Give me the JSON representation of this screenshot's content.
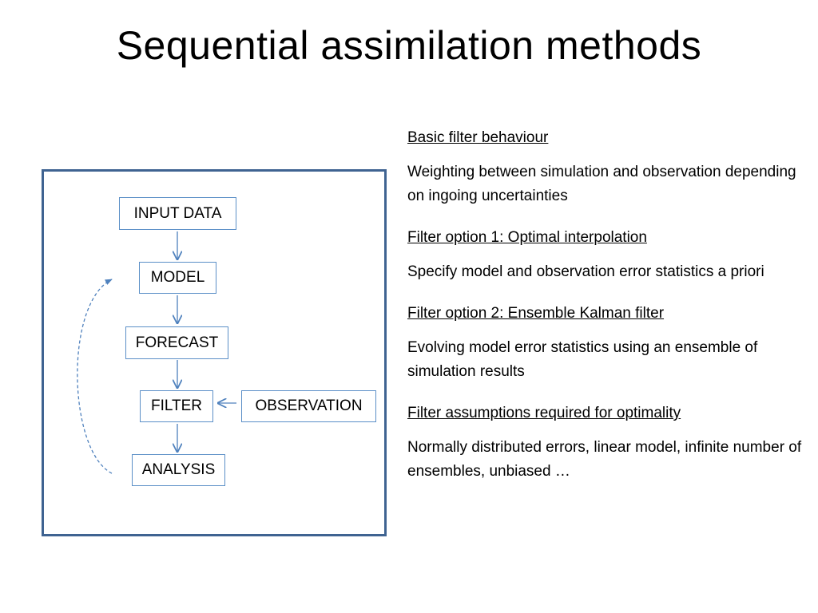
{
  "slide": {
    "title": "Sequential assimilation methods"
  },
  "diagram": {
    "nodes": {
      "input_data": "INPUT DATA",
      "model": "MODEL",
      "forecast": "FORECAST",
      "filter": "FILTER",
      "observation": "OBSERVATION",
      "analysis": "ANALYSIS"
    },
    "colors": {
      "frame_border": "#3f6391",
      "node_border": "#5b8fc7",
      "arrow": "#4f81bd"
    }
  },
  "notes": {
    "sections": [
      {
        "heading": "Basic filter behaviour",
        "text": "Weighting between simulation and observation depending on ingoing uncertainties"
      },
      {
        "heading": "Filter option 1: Optimal interpolation",
        "text": "Specify model and observation error statistics a priori"
      },
      {
        "heading": "Filter option 2: Ensemble Kalman filter",
        "text": "Evolving model error statistics using an ensemble of simulation results"
      },
      {
        "heading": "Filter assumptions required for optimality",
        "text": "Normally distributed errors, linear model, infinite number of ensembles, unbiased …"
      }
    ]
  }
}
